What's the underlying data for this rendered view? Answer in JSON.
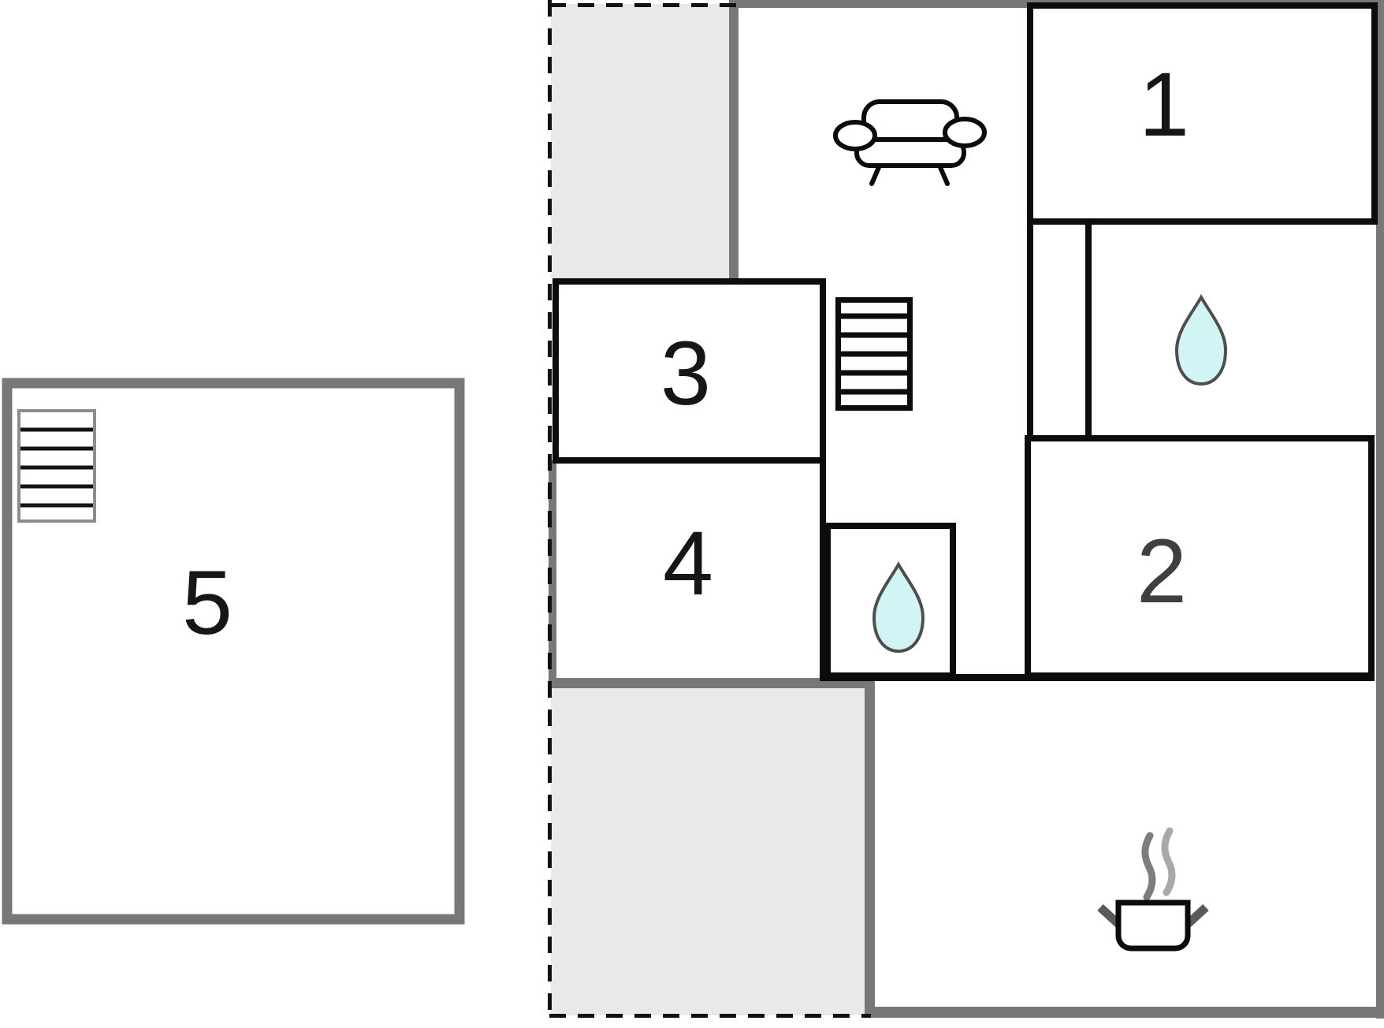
{
  "rooms": [
    {
      "id": "room-1",
      "label": "1"
    },
    {
      "id": "room-2",
      "label": "2"
    },
    {
      "id": "room-3",
      "label": "3"
    },
    {
      "id": "room-4",
      "label": "4"
    },
    {
      "id": "room-5",
      "label": "5"
    }
  ],
  "icons": [
    {
      "name": "sofa-icon",
      "meaning": "sofa / living area"
    },
    {
      "name": "staircase-icon-main",
      "meaning": "staircase in main building"
    },
    {
      "name": "staircase-icon-annex",
      "meaning": "staircase in annex building"
    },
    {
      "name": "water-drop-icon-upper",
      "meaning": "bathroom / water point upper"
    },
    {
      "name": "water-drop-icon-lower",
      "meaning": "bathroom / water point lower"
    },
    {
      "name": "cooking-pot-icon",
      "meaning": "kitchen / cooking area"
    }
  ],
  "colors": {
    "background": "#ffffff",
    "exterior_wall_gray": "#787878",
    "interior_wall_black": "#0c0c0c",
    "terrace_gray": "#e9e9e9",
    "dashed_line_black": "#111111",
    "water_drop_fill": "#d2f4f4",
    "water_drop_outline": "#4e4e4e",
    "steam_dark_gray": "#7d7d7d",
    "steam_light_gray": "#a8a8a8",
    "pot_handle_gray": "#5a5a5a",
    "stair_annex_border_gray": "#8d8d8d",
    "label_black": "#161616",
    "label_gray_room2": "#3f3f3f"
  }
}
